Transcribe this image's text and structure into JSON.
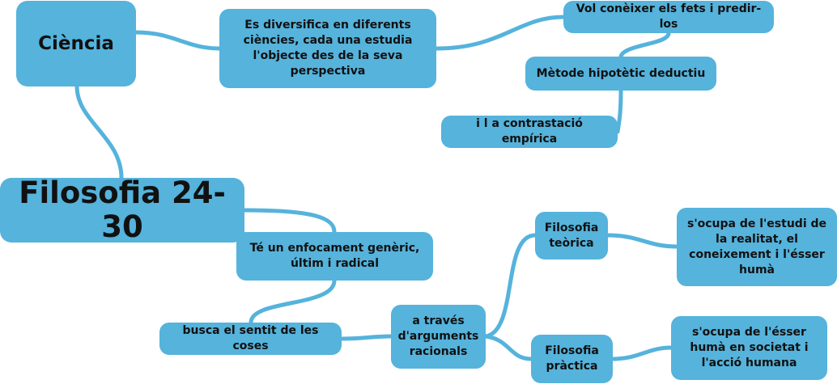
{
  "nodes": {
    "ciencia": "Ciència",
    "filosofia": "Filosofia 24-30",
    "diversifica": "Es diversifica en diferents ciències, cada una estudia l'objecte des de la seva perspectiva",
    "fets": "Vol conèixer els fets i predir-los",
    "metode": "Mètode hipotètic deductiu",
    "contrastacio": "i l a contrastació empírica",
    "enfocament": "Té un enfocament genèric, últim i radical",
    "sentit": "busca el sentit de les coses",
    "arguments": "a través d'arguments racionals",
    "teorica": "Filosofia teòrica",
    "practica": "Filosofia pràctica",
    "estudi": "s'ocupa de l'estudi de la realitat, el coneixement i l'ésser humà",
    "esser": "s'ocupa de l'ésser humà en societat i l'acció humana"
  },
  "colors": {
    "node_fill": "#55b3dc",
    "connector": "#55b3dc",
    "text": "#111111"
  }
}
